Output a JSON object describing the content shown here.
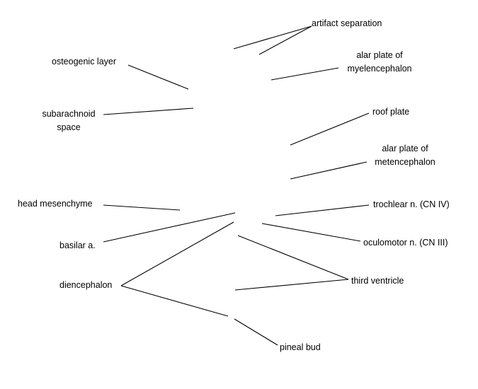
{
  "labels": {
    "artifact_separation": "artifact separation",
    "alar_plate_myelencephalon": [
      "alar plate of",
      "myelencephalon"
    ],
    "osteogenic_layer": "osteogenic layer",
    "subarachnoid_space": [
      "subarachnoid",
      "space"
    ],
    "roof_plate": "roof plate",
    "alar_plate_metencephalon": [
      "alar plate of",
      "metencephalon"
    ],
    "head_mesenchyme": "head mesenchyme",
    "trochlear_nerve": "trochlear n. (CN IV)",
    "basilar_artery": "basilar a.",
    "oculomotor_nerve": "oculomotor n. (CN III)",
    "diencephalon": "diencephalon",
    "third_ventricle": "third ventricle",
    "pineal_bud": "pineal bud"
  },
  "colors": {
    "background": "#ffffff",
    "ink": "#000000"
  }
}
